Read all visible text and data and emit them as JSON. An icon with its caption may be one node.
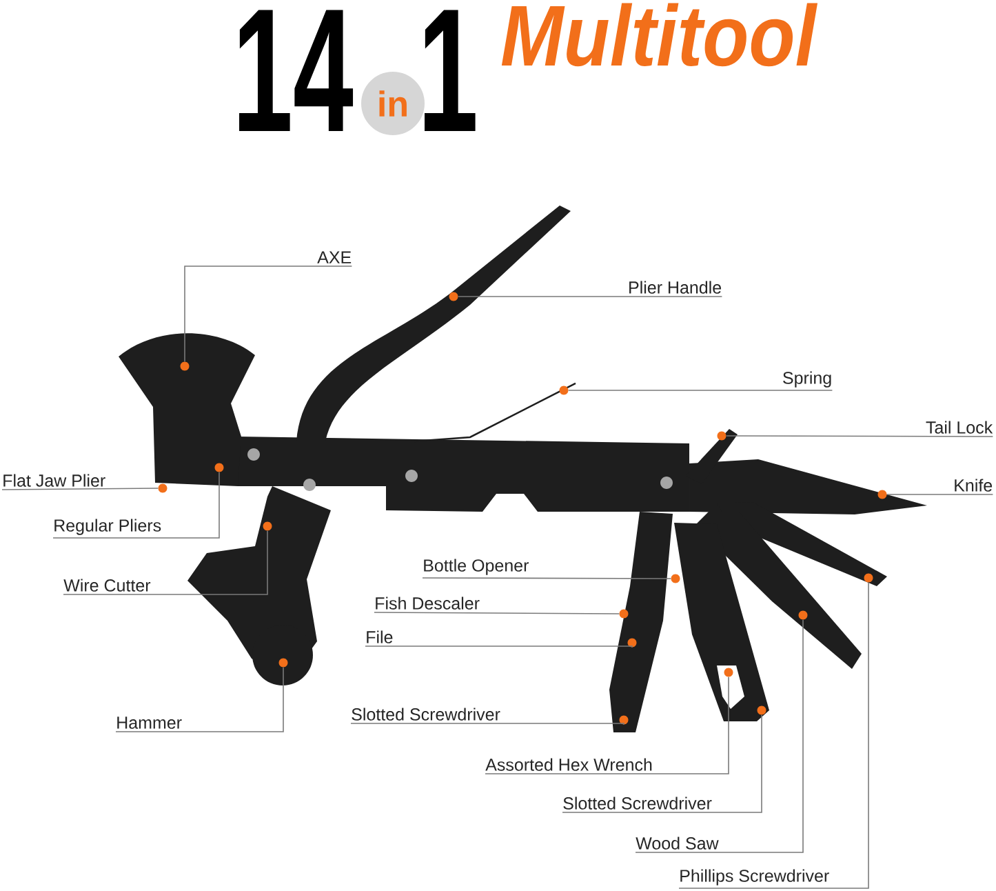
{
  "diagram": {
    "nodes": [
      {
        "text": [
          "AXE"
        ]
      },
      {
        "text": [
          "Plier Handle"
        ]
      },
      {
        "text": [
          "Spring"
        ]
      },
      {
        "text": [
          "Tail Lock"
        ]
      },
      {
        "text": [
          "Knife"
        ]
      },
      {
        "text": [
          "Flat Jaw Plier"
        ]
      },
      {
        "text": [
          "Regular Pliers"
        ]
      },
      {
        "text": [
          "Wire Cutter"
        ]
      },
      {
        "text": [
          "Hammer"
        ]
      },
      {
        "text": [
          "Bottle Opener"
        ]
      },
      {
        "text": [
          "Fish Descaler"
        ]
      },
      {
        "text": [
          "File"
        ]
      },
      {
        "text": [
          "Slotted Screwdriver"
        ]
      },
      {
        "text": [
          "Assorted Hex Wrench"
        ]
      },
      {
        "text": [
          "Slotted Screwdriver"
        ]
      },
      {
        "text": [
          "Wood Saw"
        ]
      },
      {
        "text": [
          "Phillips Screwdriver"
        ]
      },
      {
        "text": [],
        "shape": "circle"
      },
      {
        "text": [],
        "shape": "circle"
      },
      {
        "text": [],
        "shape": "circle"
      },
      {
        "text": [],
        "shape": "circle"
      },
      {
        "text": [],
        "shape": "circle"
      },
      {
        "text": [],
        "shape": "circle"
      },
      {
        "text": [],
        "shape": "circle"
      },
      {
        "text": [],
        "shape": "circle"
      },
      {
        "text": [],
        "shape": "circle"
      },
      {
        "text": [],
        "shape": "circle"
      },
      {
        "text": [],
        "shape": "circle"
      },
      {
        "text": [],
        "shape": "circle"
      },
      {
        "text": [],
        "shape": "circle"
      },
      {
        "text": [],
        "shape": "circle"
      },
      {
        "text": [],
        "shape": "circle"
      },
      {
        "text": [],
        "shape": "circle"
      },
      {
        "text": [],
        "shape": "circle"
      }
    ],
    "edges": [
      {
        "from": 0,
        "to": 17,
        "arrow": "none"
      },
      {
        "from": 1,
        "to": 18,
        "arrow": "none"
      },
      {
        "from": 2,
        "to": 19,
        "arrow": "none"
      },
      {
        "from": 3,
        "to": 20,
        "arrow": "none"
      },
      {
        "from": 4,
        "to": 21,
        "arrow": "none"
      },
      {
        "from": 5,
        "to": 22,
        "arrow": "none"
      },
      {
        "from": 6,
        "to": 23,
        "arrow": "none"
      },
      {
        "from": 7,
        "to": 24,
        "arrow": "none"
      },
      {
        "from": 8,
        "to": 25,
        "arrow": "none"
      },
      {
        "from": 9,
        "to": 26,
        "arrow": "none"
      },
      {
        "from": 10,
        "to": 27,
        "arrow": "none"
      },
      {
        "from": 11,
        "to": 28,
        "arrow": "none"
      },
      {
        "from": 12,
        "to": 29,
        "arrow": "none"
      },
      {
        "from": 13,
        "to": 30,
        "arrow": "none"
      },
      {
        "from": 14,
        "to": 31,
        "arrow": "none"
      },
      {
        "from": 15,
        "to": 32,
        "arrow": "none"
      },
      {
        "from": 16,
        "to": 33,
        "arrow": "none"
      }
    ],
    "labels": [
      "14",
      "in",
      "1",
      "Multitool"
    ]
  }
}
